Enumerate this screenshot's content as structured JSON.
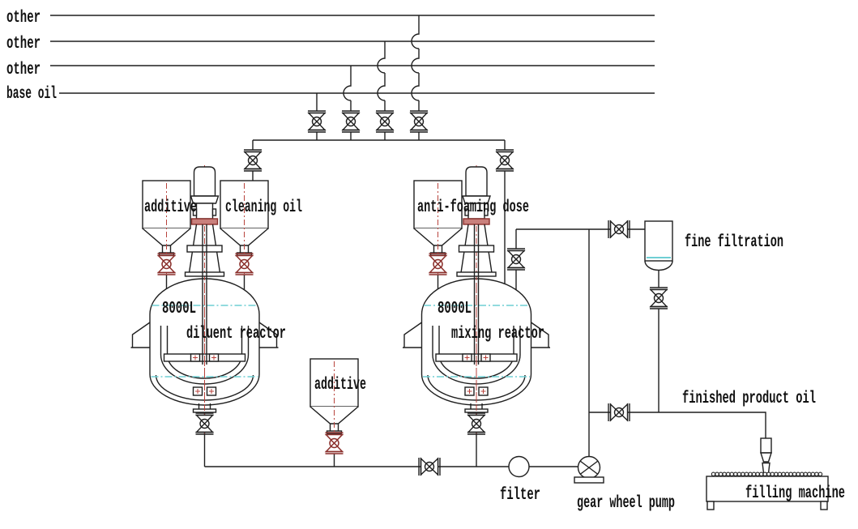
{
  "diagram": {
    "supply_lines": [
      {
        "label": "other"
      },
      {
        "label": "other"
      },
      {
        "label": "other"
      },
      {
        "label": "base oil"
      }
    ],
    "hoppers": {
      "additive_left": {
        "label": "additive"
      },
      "cleaning_oil": {
        "label": "cleaning oil"
      },
      "anti_foaming_dose": {
        "label": "anti-foaming dose"
      },
      "additive_center": {
        "label": "additive"
      }
    },
    "reactors": {
      "diluent": {
        "capacity": "8000L",
        "name": "diluent reactor"
      },
      "mixing": {
        "capacity": "8000L",
        "name": "mixing reactor"
      }
    },
    "equipment": {
      "fine_filtration": {
        "label": "fine filtration"
      },
      "filter": {
        "label": "filter"
      },
      "gear_wheel_pump": {
        "label": "gear wheel pump"
      },
      "filling_machine": {
        "label": "filling machine"
      }
    },
    "streams": {
      "finished_product_oil": {
        "label": "finished product oil"
      }
    },
    "colors": {
      "line": "#1f1f1f",
      "centerline": "#b8433c",
      "liquid_level": "#6fcfd4",
      "hopper_valve": "#8a2f2b",
      "background": "#ffffff"
    }
  }
}
